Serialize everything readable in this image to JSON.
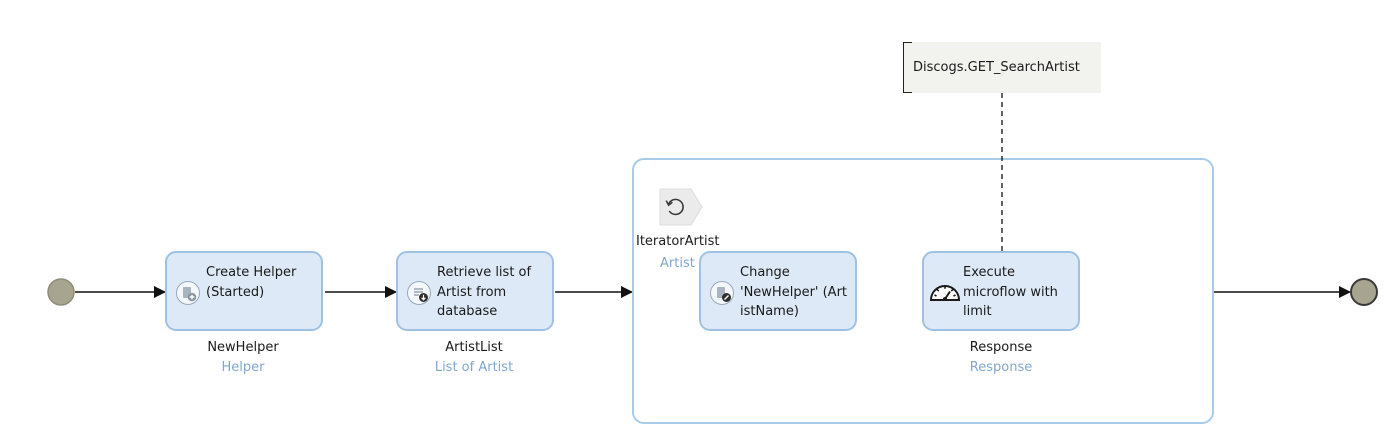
{
  "annotation": {
    "text": "Discogs.GET_SearchArtist"
  },
  "activities": {
    "create_helper": {
      "label": "Create Helper\n(Started)",
      "output_variable": "NewHelper",
      "output_type": "Helper"
    },
    "retrieve_list": {
      "label": "Retrieve list of\nArtist from\ndatabase",
      "output_variable": "ArtistList",
      "output_type": "List of Artist"
    },
    "change_helper": {
      "label": "Change\n'NewHelper' (Art\nistName)"
    },
    "execute_microflow": {
      "label": "Execute\nmicroflow with\nlimit",
      "output_variable": "Response",
      "output_type": "Response"
    }
  },
  "loop": {
    "iterator_name": "IteratorArtist",
    "iterator_type": "Artist"
  },
  "colors": {
    "activity_fill": "#dde9f6",
    "activity_border": "#9fc2e4",
    "loop_border": "#a9cbea",
    "type_text": "#7fa7cf",
    "start_event": "#a7a48f",
    "end_event": "#a7a48f",
    "annotation_fill": "#f2f2ef"
  },
  "icons": {
    "create_helper": "create-object-icon",
    "retrieve_list": "retrieve-database-icon",
    "change_helper": "change-object-icon",
    "execute_microflow": "rest-call-gauge-icon",
    "loop": "loop-iterator-icon"
  }
}
